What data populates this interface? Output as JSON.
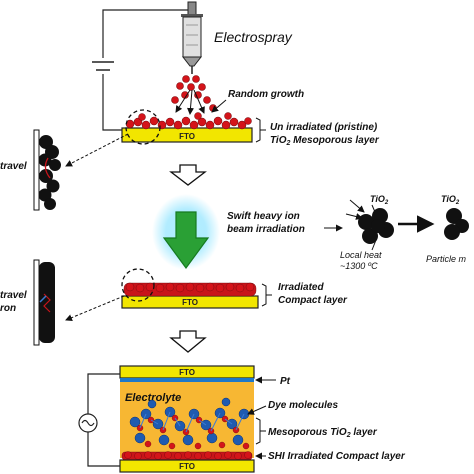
{
  "labels": {
    "electrospray": "Electrospray",
    "random_growth": "Random growth",
    "pristine_line1": "Un irradiated (pristine)",
    "pristine_line2_pre": "TiO",
    "pristine_line2_sub": "2",
    "pristine_line2_post": " Mesoporous layer",
    "fto": "FTO",
    "travel_1a": "travel",
    "travel_2a": "travel",
    "travel_2b": "ron",
    "shi_line1": "Swift heavy ion",
    "shi_line2": "beam irradiation",
    "tio2_pre": "TiO",
    "tio2_sub": "2",
    "local_heat_1": "Local heat",
    "local_heat_2": "~1300 ºC",
    "particle": "Particle m",
    "irradiated_1": "Irradiated",
    "irradiated_2": "Compact layer",
    "electrolyte": "Electrolyte",
    "pt": "Pt",
    "dye": "Dye molecules",
    "meso_pre": "Mesoporous TiO",
    "meso_sub": "2",
    "meso_post": " layer",
    "shi_compact": "SHI Irradiated Compact layer"
  },
  "colors": {
    "fto_yellow": "#f2e600",
    "electrolyte_orange": "#f7b733",
    "particle_red": "#d4141a",
    "dye_blue": "#3a7bd5",
    "green_arrow": "#2aa035",
    "glow": "#7fe0ff",
    "electrode_blue": "#1f78c8"
  },
  "icons": {
    "syringe": "syringe-icon",
    "ac_source": "ac-source-icon",
    "battery": "battery-icon"
  }
}
